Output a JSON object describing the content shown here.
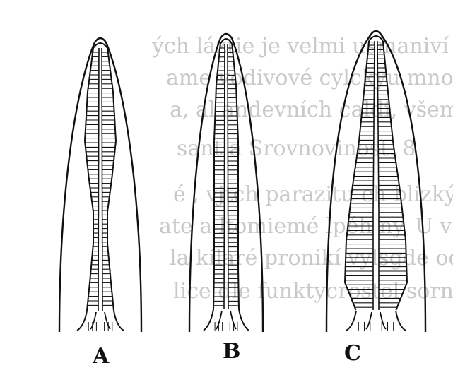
{
  "panels": [
    {
      "id": "A",
      "label": "A"
    },
    {
      "id": "B",
      "label": "B"
    },
    {
      "id": "C",
      "label": "C"
    }
  ],
  "bleed_through_text": [
    "ých láztie je velmi usmaniví velmi",
    "ame vodivové cylckyu mnoligy astic",
    "a, al andevních caldi, všeme ttlů",
    "sant a Srovnovinost. 8",
    "é , vjtch parazitu ch blizkých hbuzi",
    "ate a ltomiemé lpéh ny. U vetbina gé",
    "la kilaré pronikí vylsgde odhodu",
    "lice dle funktycrostel sornení bud"
  ],
  "colors": {
    "ink": "#111111",
    "ghost": "#c9c9c9",
    "paper": "#ffffff"
  }
}
